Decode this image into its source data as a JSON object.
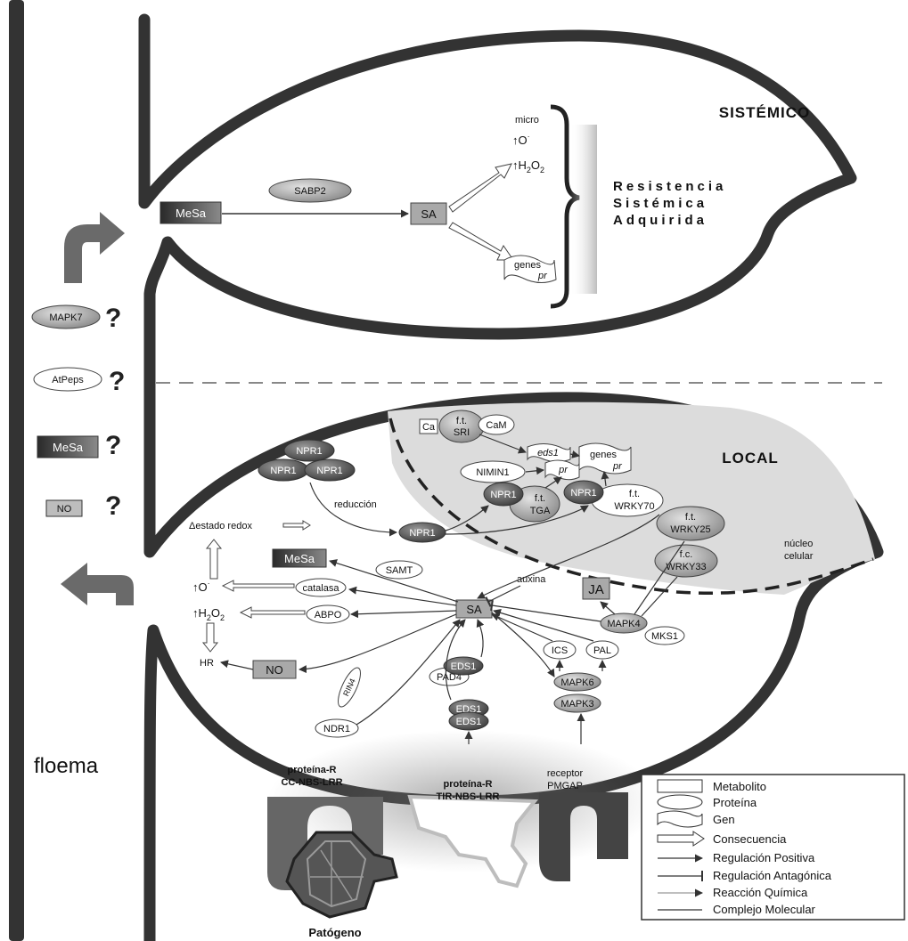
{
  "labels": {
    "systemic": "SISTÉMICO",
    "local": "LOCAL",
    "floema": "floema",
    "sar": [
      "Resistencia",
      "Sistémica",
      "Adquirida"
    ],
    "micro": "micro",
    "o_dot": "O",
    "h2o2": "H",
    "sa": "SA",
    "sabp2": "SABP2",
    "mesa": "MeSa",
    "genes": "genes",
    "pr": "pr",
    "mapk7": "MAPK7",
    "atpeps": "AtPeps",
    "no": "NO",
    "question": "?",
    "ca": "Ca",
    "ft": "f.t.",
    "sri": "SRI",
    "cam": "CaM",
    "eds1_small": "eds1",
    "nimin1": "NIMIN1",
    "npr1": "NPR1",
    "tga": "TGA",
    "wrky70": "WRKY70",
    "wrky25": "WRKY25",
    "fc": "f.c.",
    "wrky33": "WRKY33",
    "nucleo": [
      "núcleo",
      "celular"
    ],
    "reduccion": "reducción",
    "estado_redox": "Δestado redox",
    "samt": "SAMT",
    "auxina": "auxina",
    "ja": "JA",
    "catalasa": "catalasa",
    "abpo": "ABPO",
    "hr": "HR",
    "rin4": "RIN4",
    "ndr1": "NDR1",
    "eds1": "EDS1",
    "pad4": "PAD4",
    "ics": "ICS",
    "pal": "PAL",
    "mapk4": "MAPK4",
    "mks1": "MKS1",
    "mapk6": "MAPK6",
    "mapk3": "MAPK3",
    "rcc": [
      "proteína-R",
      "CC-NBS-LRR"
    ],
    "rtir": [
      "proteína-R",
      "TIR-NBS-LRR"
    ],
    "receptor": [
      "receptor",
      "PMGAP"
    ],
    "patogeno": "Patógeno"
  },
  "legend": [
    "Metabolito",
    "Proteína",
    "Gen",
    "Consecuencia",
    "Regulación Positiva",
    "Regulación Antagónica",
    "Reacción Química",
    "Complejo Molecular"
  ],
  "colors": {
    "outline": "#333333",
    "dark": "#555555",
    "mid": "#9a9a9a",
    "light": "#d0d0d0",
    "nucleus": "#dcdcdc"
  }
}
